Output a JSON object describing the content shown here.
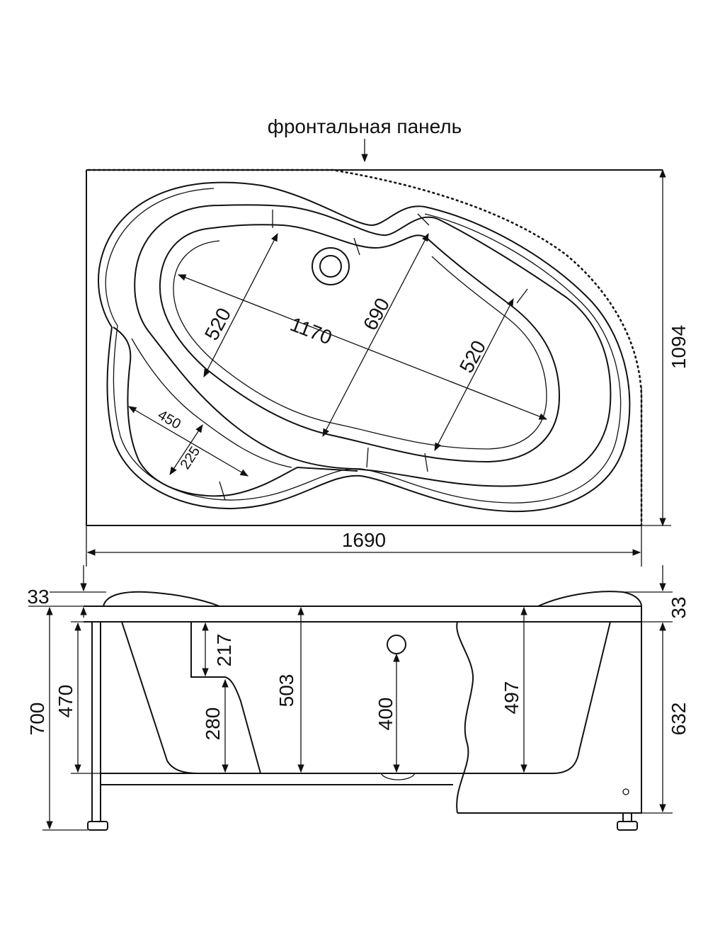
{
  "callout": {
    "front_panel": "фронтальная панель"
  },
  "top_view": {
    "dim_inner_length": "1170",
    "dim_inner_width": "690",
    "dim_left_width": "520",
    "dim_right_width": "520",
    "dim_seat_length": "450",
    "dim_seat_width": "225",
    "dim_overall_length": "1690",
    "dim_overall_width": "1094"
  },
  "side_view": {
    "dim_rim_left": "33",
    "dim_rim_right": "33",
    "dim_total_height": "700",
    "dim_frame_height": "470",
    "dim_seat_step": "217",
    "dim_seat_height": "280",
    "dim_depth": "503",
    "dim_overflow_height": "400",
    "dim_depth_right": "497",
    "dim_panel_height": "632"
  }
}
